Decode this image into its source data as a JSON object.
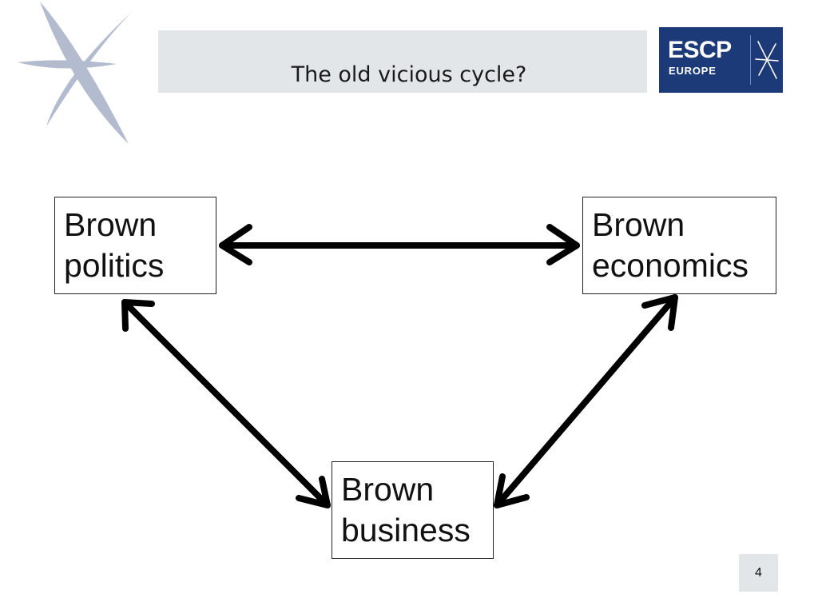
{
  "slide": {
    "title": "The old vicious cycle?",
    "page_number": "4"
  },
  "logo": {
    "main": "ESCP",
    "sub": "EUROPE",
    "brand_color": "#1d3a78"
  },
  "colors": {
    "title_bar": "#e3e6e8",
    "arrow": "#000000",
    "star": "#b3bccf"
  },
  "diagram": {
    "nodes": [
      {
        "id": "politics",
        "line1": "Brown",
        "line2": "politics"
      },
      {
        "id": "economics",
        "line1": "Brown",
        "line2": "economics"
      },
      {
        "id": "business",
        "line1": "Brown",
        "line2": "business"
      }
    ],
    "edges": [
      {
        "from": "politics",
        "to": "economics",
        "direction": "both"
      },
      {
        "from": "politics",
        "to": "business",
        "direction": "both"
      },
      {
        "from": "economics",
        "to": "business",
        "direction": "both"
      }
    ]
  }
}
